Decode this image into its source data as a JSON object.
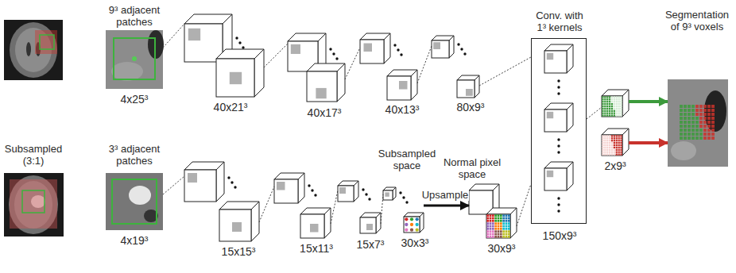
{
  "diagram": {
    "nodes": [
      {
        "text": [
          "9³ adjacent patches",
          "4x25³"
        ]
      },
      {
        "text": [
          "40x21³"
        ]
      },
      {
        "text": [
          "40x17³"
        ]
      },
      {
        "text": [
          "40x13³"
        ]
      },
      {
        "text": [
          "80x9³"
        ]
      },
      {
        "text": [
          "Conv. with 1³ kernels",
          "150x9³"
        ]
      },
      {
        "text": [
          "2x9³"
        ]
      },
      {
        "text": [
          "Segmentation of 9³ voxels"
        ]
      },
      {
        "text": [
          "Subsampled (3:1)"
        ]
      },
      {
        "text": [
          "3³ adjacent patches",
          "4x19³"
        ]
      },
      {
        "text": [
          "15x15³"
        ]
      },
      {
        "text": [
          "15x11³"
        ]
      },
      {
        "text": [
          "15x7³"
        ]
      },
      {
        "text": [
          "30x3³"
        ]
      },
      {
        "text": [
          "Normal pixel space",
          "30x9³"
        ]
      }
    ],
    "edges": [
      {
        "from": 0,
        "to": 1,
        "arrow": "none"
      },
      {
        "from": 1,
        "to": 2,
        "arrow": "none"
      },
      {
        "from": 2,
        "to": 3,
        "arrow": "none"
      },
      {
        "from": 3,
        "to": 4,
        "arrow": "none"
      },
      {
        "from": 4,
        "to": 5,
        "arrow": "none"
      },
      {
        "from": 5,
        "to": 6,
        "arrow": "none"
      },
      {
        "from": 6,
        "to": 7,
        "arrow": "to"
      },
      {
        "from": 6,
        "to": 7,
        "arrow": "to"
      },
      {
        "from": 9,
        "to": 10,
        "arrow": "none"
      },
      {
        "from": 10,
        "to": 11,
        "arrow": "none"
      },
      {
        "from": 11,
        "to": 12,
        "arrow": "none"
      },
      {
        "from": 12,
        "to": 13,
        "arrow": "none"
      },
      {
        "from": 13,
        "to": 14,
        "label": "Upsample",
        "arrow": "to"
      },
      {
        "from": 14,
        "to": 5,
        "arrow": "none"
      }
    ],
    "labels": [
      "Subsampled space"
    ]
  }
}
